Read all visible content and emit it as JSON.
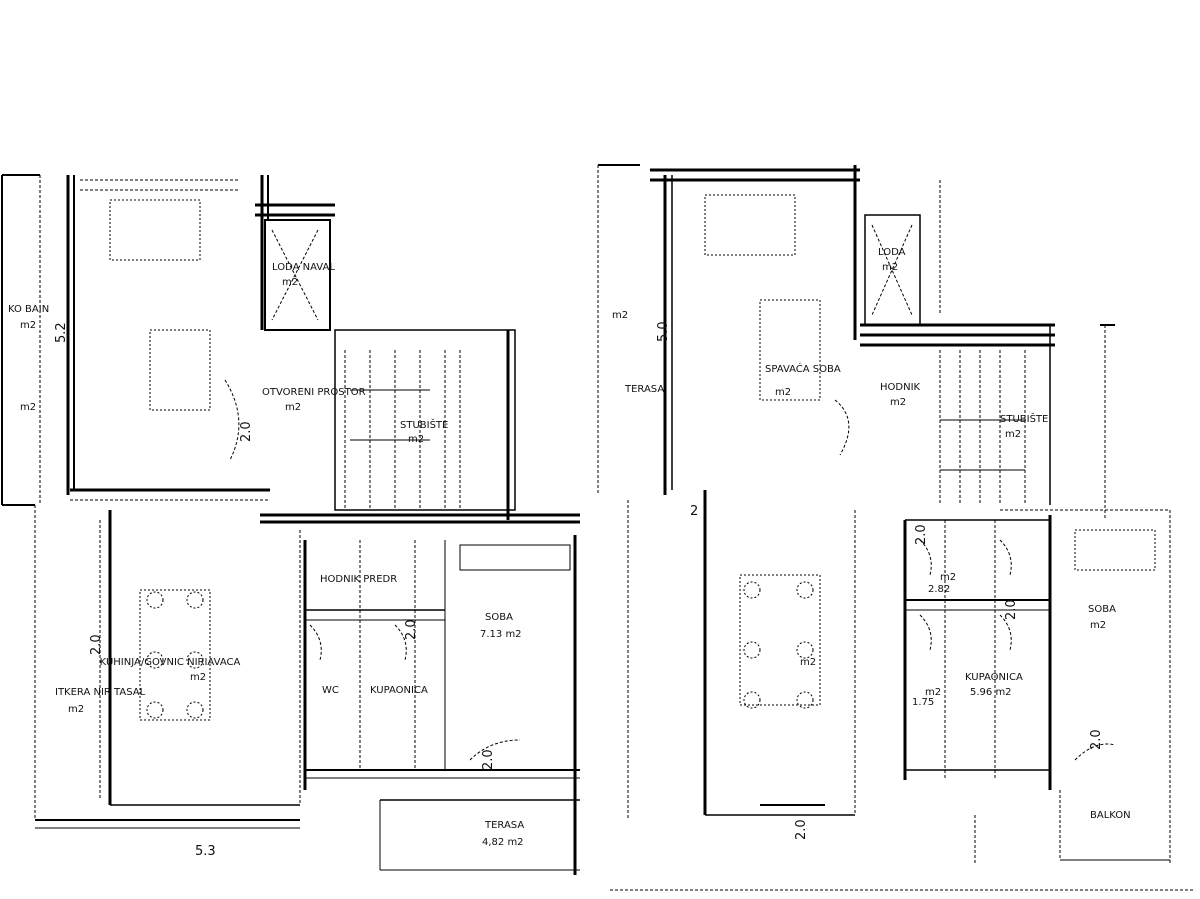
{
  "plans": [
    {
      "name": "left",
      "labels": [
        {
          "id": "kobain",
          "text": "KO BAIN"
        },
        {
          "id": "kobain-area",
          "text": "m2"
        },
        {
          "id": "soba-upper",
          "text": "m2"
        },
        {
          "id": "lodja",
          "text": "LODA NAVAL"
        },
        {
          "id": "lodja-area",
          "text": "m2"
        },
        {
          "id": "otvoreni",
          "text": "OTVORENI PROSTOR"
        },
        {
          "id": "otvoreni-area",
          "text": "m2"
        },
        {
          "id": "stubiste",
          "text": "STUBIŠTE"
        },
        {
          "id": "stubiste-area",
          "text": "m2"
        },
        {
          "id": "kuhinja",
          "text": "KUHINJA/GOVNIC NIRIAVACA"
        },
        {
          "id": "kuhinja-area",
          "text": "m2"
        },
        {
          "id": "vanjski",
          "text": "ITKERA NIR TASAL"
        },
        {
          "id": "vanjski-area",
          "text": "m2"
        },
        {
          "id": "hodnik",
          "text": "HODNIK PREDR"
        },
        {
          "id": "soba-right",
          "text": "SOBA"
        },
        {
          "id": "soba-right-area",
          "text": "7.13 m2"
        },
        {
          "id": "wc",
          "text": "WC"
        },
        {
          "id": "kupaona",
          "text": "KUPAONICA"
        },
        {
          "id": "terasa",
          "text": "TERASA"
        },
        {
          "id": "terasa-area",
          "text": "4,82 m2"
        }
      ],
      "dims": [
        {
          "id": "d1",
          "text": "5.2"
        },
        {
          "id": "d2",
          "text": "2.0"
        },
        {
          "id": "d3",
          "text": "5.3"
        },
        {
          "id": "d4",
          "text": "2.0"
        },
        {
          "id": "d5",
          "text": "2.0"
        },
        {
          "id": "d6",
          "text": "2.0"
        }
      ]
    },
    {
      "name": "right",
      "labels": [
        {
          "id": "lodja2",
          "text": "LODA"
        },
        {
          "id": "lodja2-area",
          "text": "m2"
        },
        {
          "id": "spavaca",
          "text": "SPAVAĆA SOBA"
        },
        {
          "id": "spavaca-area",
          "text": "m2"
        },
        {
          "id": "terasa2",
          "text": "TERASA"
        },
        {
          "id": "terasa2-area",
          "text": "m2"
        },
        {
          "id": "hodnik2",
          "text": "HODNIK"
        },
        {
          "id": "hodnik2-area",
          "text": "m2"
        },
        {
          "id": "stubiste2",
          "text": "STUBIŠTE"
        },
        {
          "id": "stubiste2-area",
          "text": "m2"
        },
        {
          "id": "garderoba",
          "text": "m2"
        },
        {
          "id": "garderoba-area",
          "text": "2.82"
        },
        {
          "id": "kupaona2",
          "text": "KUPAONICA"
        },
        {
          "id": "kupaona2-area",
          "text": "5.96 m2"
        },
        {
          "id": "wc2",
          "text": "m2"
        },
        {
          "id": "wc2-area",
          "text": "1.75"
        },
        {
          "id": "soba2",
          "text": "SOBA"
        },
        {
          "id": "soba2-area",
          "text": "m2"
        },
        {
          "id": "dnevni",
          "text": "m2"
        },
        {
          "id": "balkon",
          "text": "BALKON"
        }
      ],
      "dims": [
        {
          "id": "r1",
          "text": "5.0"
        },
        {
          "id": "r2",
          "text": "2"
        },
        {
          "id": "r3",
          "text": "2.0"
        },
        {
          "id": "r4",
          "text": "2.0"
        },
        {
          "id": "r5",
          "text": "2.0"
        },
        {
          "id": "r6",
          "text": "2.0"
        }
      ]
    }
  ]
}
